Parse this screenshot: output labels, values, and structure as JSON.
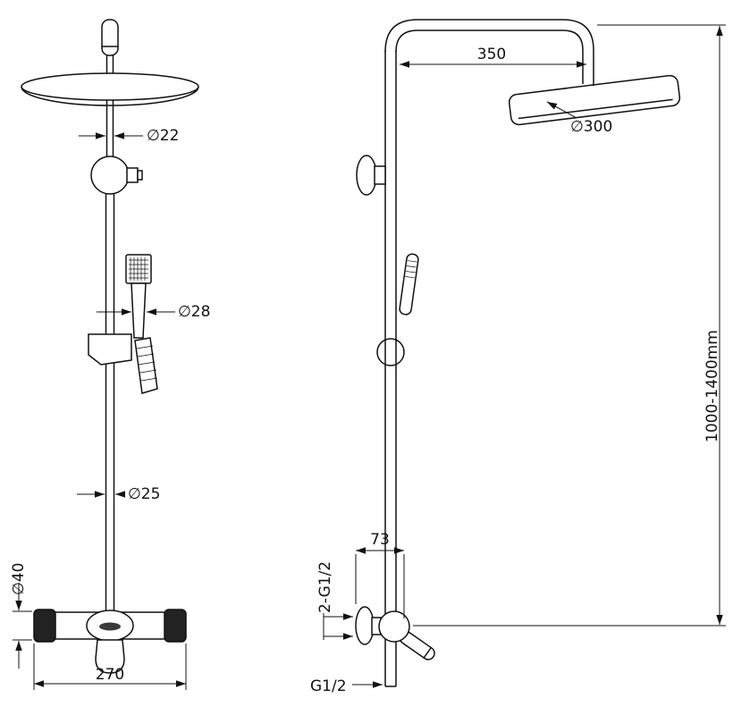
{
  "page": {
    "background": "#ffffff",
    "ink": "#111111",
    "description": "Technical dimension drawing of a thermostatic shower column, front view and side view"
  },
  "labels": {
    "dia22": "∅22",
    "dia28": "∅28",
    "dia25": "∅25",
    "dia40": "∅40",
    "width270": "270",
    "top350": "350",
    "dia300": "∅300",
    "offset73": "73",
    "thread_double": "2-G1/2",
    "thread_bottom": "G1/2",
    "height_range": "1000-1400mm"
  }
}
